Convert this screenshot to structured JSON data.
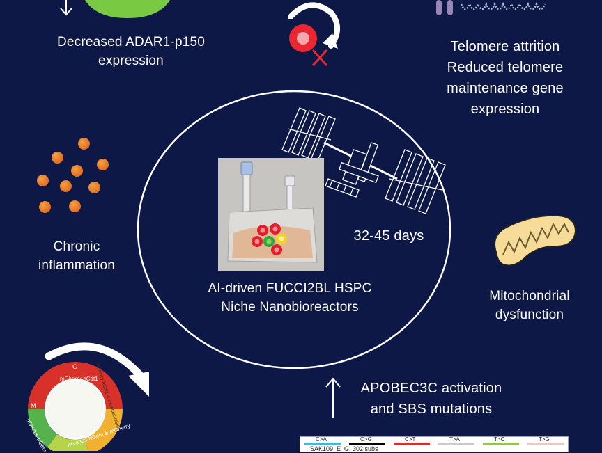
{
  "labels": {
    "adar": [
      "Decreased ADAR1-p150",
      "expression"
    ],
    "telomere": [
      "Telomere attrition",
      "Reduced telomere",
      "maintenance gene",
      "expression"
    ],
    "inflammation": [
      "Chronic",
      "inflammation"
    ],
    "days": "32-45 days",
    "center": [
      "AI-driven FUCCI2BL HSPC",
      "Niche Nanobioreactors"
    ],
    "mito": [
      "Mitochondrial",
      "dysfunction"
    ],
    "apobec": [
      "APOBEC3C activation",
      "and SBS mutations"
    ]
  },
  "cellcycle": {
    "g": "G",
    "m": "M",
    "red_label": "mCherry-hCdt1",
    "green_label": "mVenus-hGem",
    "yellow_label": "mCherry-hCdt1 & mVenus-hGem",
    "bottom_label": "mVenus-hGem & mCherry"
  },
  "mutation_panel": {
    "categories": [
      "C>A",
      "C>G",
      "C>T",
      "T>A",
      "T>C",
      "T>G"
    ],
    "colors": [
      "#3db7e4",
      "#000000",
      "#e22926",
      "#cbcacb",
      "#94c648",
      "#edc7c4"
    ],
    "sample": "SAK109_E_G: 302 subs"
  },
  "colors": {
    "background": "#0d1847",
    "inflammation_dot": "#e8701e",
    "mito_fill": "#f6dc98",
    "red_cell": "#e2202a",
    "green_cell": "#3aa53a",
    "yellow_cell": "#f2d22c"
  }
}
